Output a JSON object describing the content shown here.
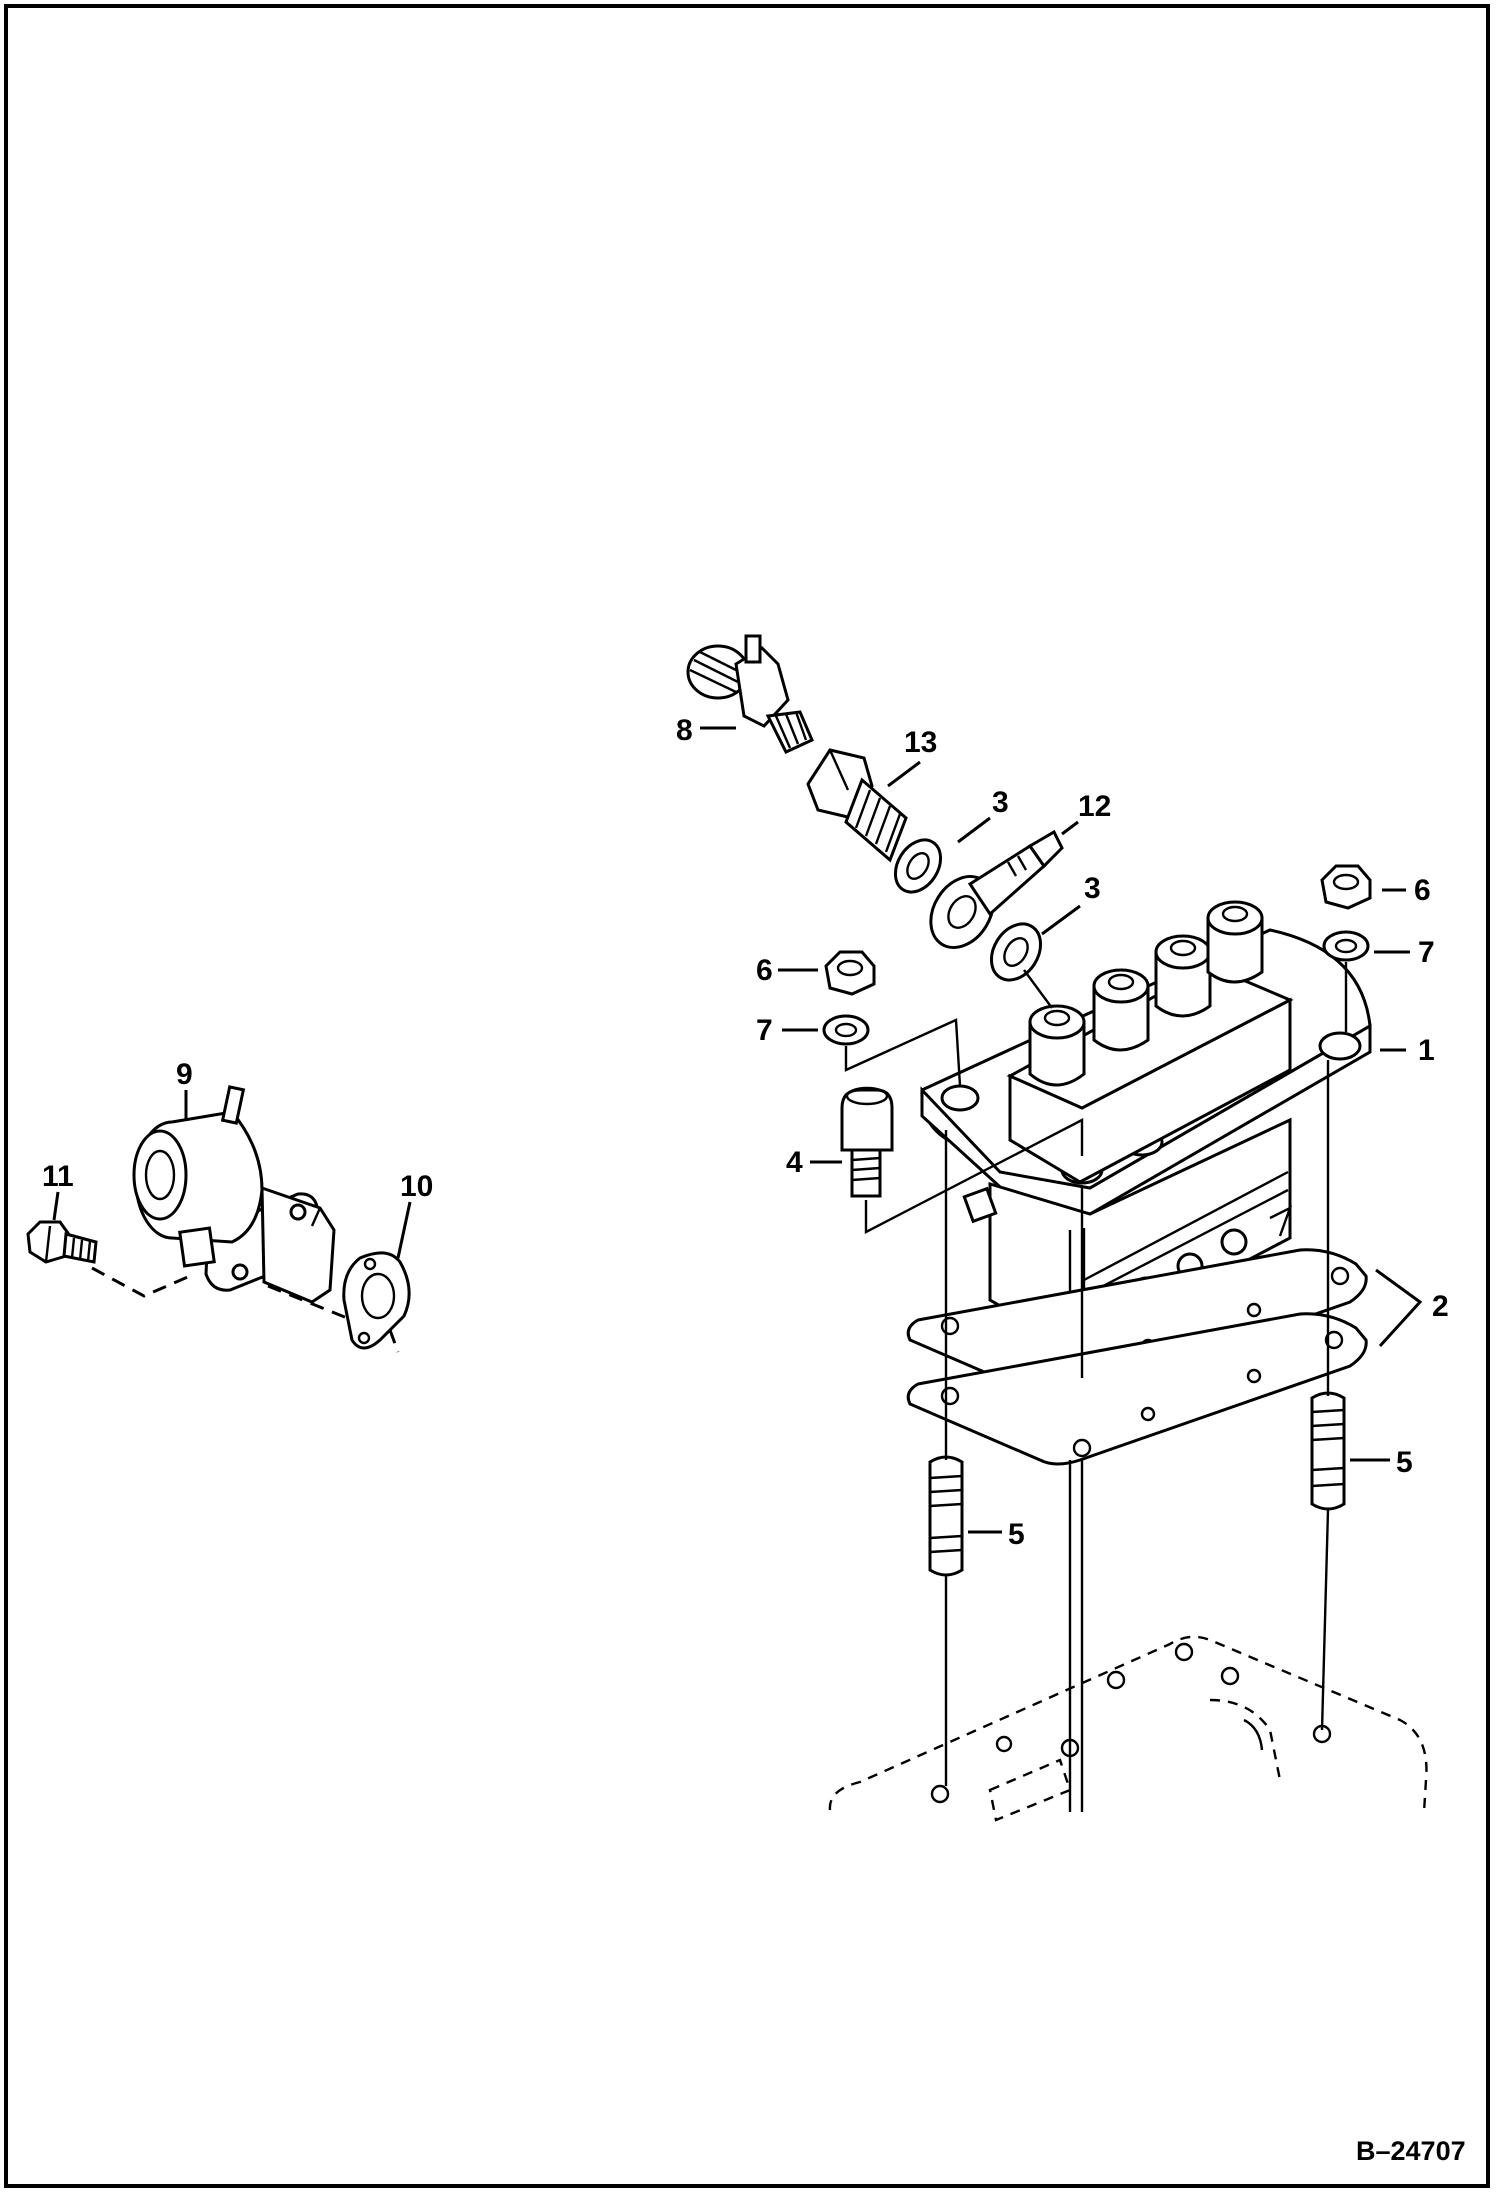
{
  "figure": {
    "id": "B–24707"
  },
  "callouts": {
    "c1": "1",
    "c2": "2",
    "c3a": "3",
    "c3b": "3",
    "c4": "4",
    "c5a": "5",
    "c5b": "5",
    "c6a": "6",
    "c6b": "6",
    "c7a": "7",
    "c7b": "7",
    "c8": "8",
    "c9": "9",
    "c10": "10",
    "c11": "11",
    "c12": "12",
    "c13": "13"
  },
  "colors": {
    "line": "#000000",
    "background": "#ffffff"
  }
}
